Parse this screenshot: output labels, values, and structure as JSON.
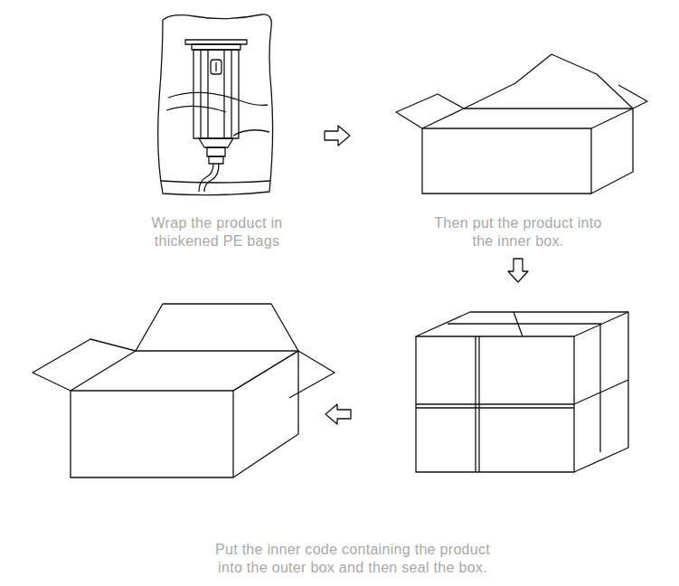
{
  "diagram": {
    "labels": [
      "Wrap the product in thickened PE bags",
      "Then put the product into the inner box.",
      "Put the inner code containing the product into the outer box and then seal the box."
    ]
  }
}
